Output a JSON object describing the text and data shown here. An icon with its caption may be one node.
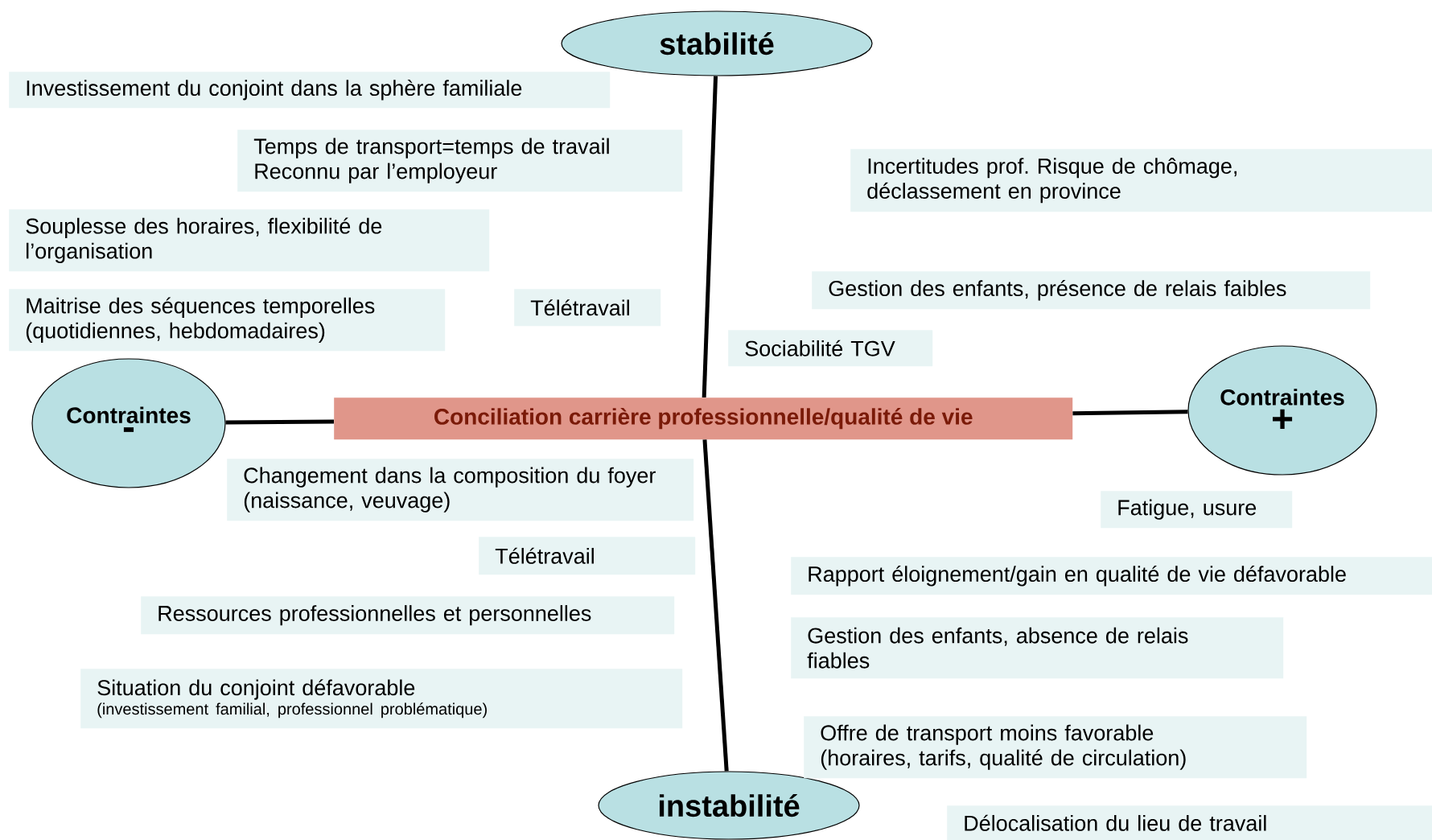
{
  "diagram": {
    "nodes": [
      {
        "text": [
          "stabilité"
        ]
      },
      {
        "text": [
          "Contraintes",
          "-"
        ]
      },
      {
        "text": [
          "Conciliation carrière professionnelle/qualité de vie"
        ]
      },
      {
        "text": [
          "Contraintes",
          "+"
        ]
      },
      {
        "text": [
          "instabilité"
        ]
      },
      {
        "text": [
          "Investissement du conjoint dans la sphère familiale"
        ]
      },
      {
        "text": [
          "Temps de transport=temps de travail Reconnu par l’employeur"
        ]
      },
      {
        "text": [
          "Souplesse des horaires, flexibilité de l’organisation"
        ]
      },
      {
        "text": [
          "Maitrise des séquences temporelles (quotidiennes, hebdomadaires)"
        ]
      },
      {
        "text": [
          "Télétravail"
        ]
      },
      {
        "text": [
          "Sociabilité TGV"
        ]
      },
      {
        "text": [
          "Incertitudes prof. Risque de chômage, déclassement en province"
        ]
      },
      {
        "text": [
          "Gestion des enfants, présence de relais faibles"
        ]
      },
      {
        "text": [
          "Changement dans la composition du foyer (naissance, veuvage)"
        ]
      },
      {
        "text": [
          "Fatigue, usure"
        ]
      },
      {
        "text": [
          "Télétravail"
        ]
      },
      {
        "text": [
          "Rapport éloignement/gain en qualité de vie défavorable"
        ]
      },
      {
        "text": [
          "Ressources professionnelles et personnelles"
        ]
      },
      {
        "text": [
          "Gestion des enfants, absence de relais fiables"
        ]
      },
      {
        "text": [
          "Situation du conjoint défavorable",
          "(investissement familial, professionnel problématique)"
        ]
      },
      {
        "text": [
          "Offre de transport moins favorable (horaires, tarifs, qualité de circulation)"
        ]
      },
      {
        "text": [
          "Délocalisation du lieu de travail"
        ]
      }
    ],
    "edges": [
      {
        "from": 0,
        "to": 2,
        "arrow": "none"
      },
      {
        "from": 1,
        "to": 2,
        "arrow": "none"
      },
      {
        "from": 2,
        "to": 3,
        "arrow": "none"
      },
      {
        "from": 2,
        "to": 4,
        "arrow": "none"
      }
    ]
  }
}
